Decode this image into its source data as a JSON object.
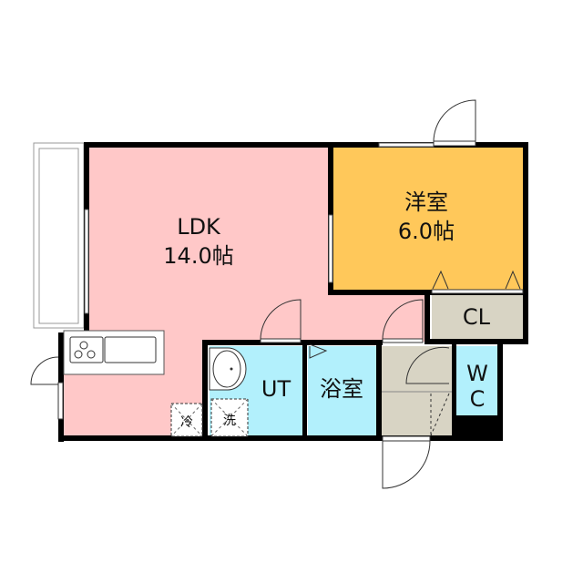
{
  "rooms": {
    "ldk": {
      "name": "LDK",
      "size": "14.0帖"
    },
    "western": {
      "name": "洋室",
      "size": "6.0帖"
    },
    "closet": {
      "name": "CL"
    },
    "utility": {
      "name": "UT"
    },
    "bath": {
      "name": "浴室"
    },
    "toilet": {
      "name_line1": "W",
      "name_line2": "C"
    }
  },
  "fixtures": {
    "fridge": "冷",
    "washer": "洗"
  },
  "colors": {
    "ldk": "#ffc8c8",
    "western": "#ffc85a",
    "closet": "#d8d4c4",
    "wet": "#b2f0fc",
    "hall": "#d8d4c4",
    "wall": "#000000"
  }
}
